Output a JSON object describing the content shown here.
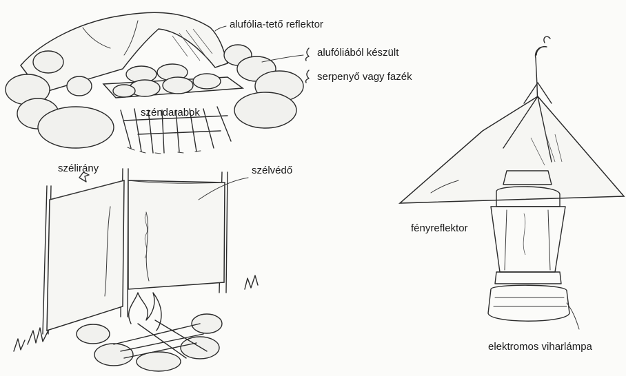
{
  "labels": {
    "foil_roof": "alufólia-tető reflektor",
    "foil_pan_1": "alufóliából készült",
    "foil_pan_2": "serpenyő vagy fazék",
    "coals": "széndarabok",
    "wind_direction": "szélirány",
    "windscreen": "szélvédő",
    "light_reflector": "fényreflektor",
    "storm_lamp": "elektromos viharlámpa"
  },
  "colors": {
    "ink": "#2b2b2b",
    "paper": "#fbfbf9"
  }
}
